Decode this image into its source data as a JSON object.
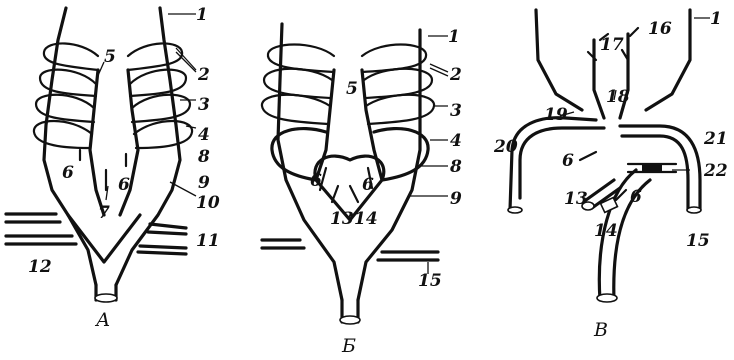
{
  "panels": {
    "a": {
      "caption": "А",
      "labels": {
        "l1": "1",
        "l2": "2",
        "l3": "3",
        "l4": "4",
        "l5": "5",
        "l6a": "6",
        "l6b": "6",
        "l7": "7",
        "l8": "8",
        "l9": "9",
        "l10": "10",
        "l11": "11",
        "l12": "12"
      }
    },
    "b": {
      "caption": "Б",
      "labels": {
        "l1": "1",
        "l2": "2",
        "l3": "3",
        "l4": "4",
        "l5": "5",
        "l6a": "6",
        "l6b": "6",
        "l8": "8",
        "l9": "9",
        "l13": "13",
        "l14": "14",
        "l15": "15"
      }
    },
    "c": {
      "caption": "В",
      "labels": {
        "l1": "1",
        "l6a": "6",
        "l6b": "6",
        "l13": "13",
        "l14": "14",
        "l15": "15",
        "l16": "16",
        "l17": "17",
        "l18": "18",
        "l19": "19",
        "l20": "20",
        "l21": "21",
        "l22": "22"
      }
    }
  }
}
